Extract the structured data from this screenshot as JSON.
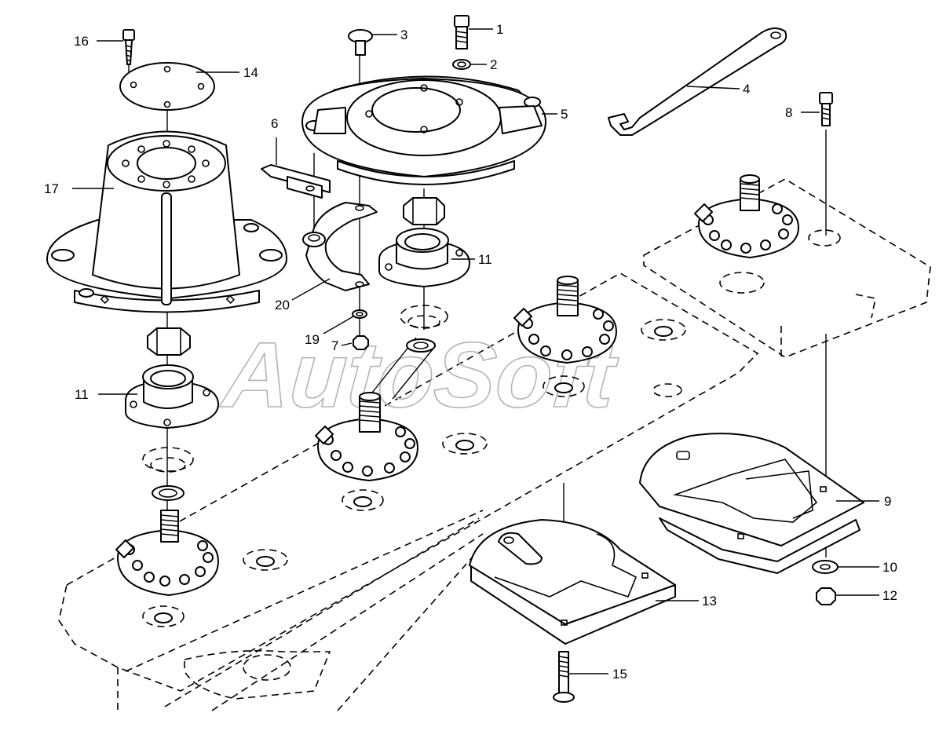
{
  "watermark": "AutoSoft",
  "callouts": [
    {
      "id": "1",
      "label": "1"
    },
    {
      "id": "2",
      "label": "2"
    },
    {
      "id": "3",
      "label": "3"
    },
    {
      "id": "4",
      "label": "4"
    },
    {
      "id": "5",
      "label": "5"
    },
    {
      "id": "6",
      "label": "6"
    },
    {
      "id": "7",
      "label": "7"
    },
    {
      "id": "8",
      "label": "8"
    },
    {
      "id": "9",
      "label": "9"
    },
    {
      "id": "10",
      "label": "10"
    },
    {
      "id": "11a",
      "label": "11"
    },
    {
      "id": "11b",
      "label": "11"
    },
    {
      "id": "12",
      "label": "12"
    },
    {
      "id": "13",
      "label": "13"
    },
    {
      "id": "14",
      "label": "14"
    },
    {
      "id": "15",
      "label": "15"
    },
    {
      "id": "16",
      "label": "16"
    },
    {
      "id": "17",
      "label": "17"
    },
    {
      "id": "19",
      "label": "19"
    },
    {
      "id": "20",
      "label": "20"
    }
  ]
}
